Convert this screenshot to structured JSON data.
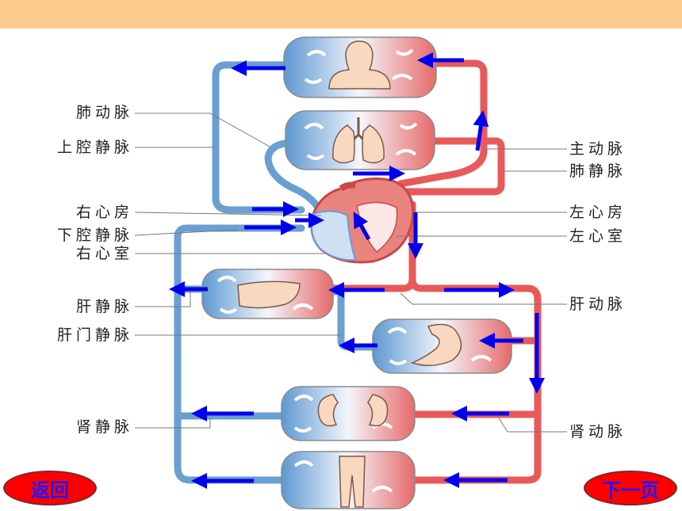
{
  "labels_left": {
    "pulmonary_artery": "肺动脉",
    "superior_vena_cava": "上腔静脉",
    "right_atrium": "右心房",
    "inferior_vena_cava": "下腔静脉",
    "right_ventricle": "右心室",
    "hepatic_vein": "肝静脉",
    "hepatic_portal_vein": "肝门静脉",
    "renal_vein": "肾静脉"
  },
  "labels_right": {
    "aorta": "主动脉",
    "pulmonary_vein": "肺静脉",
    "left_atrium": "左心房",
    "left_ventricle": "左心室",
    "hepatic_artery": "肝动脉",
    "renal_artery": "肾动脉"
  },
  "nav": {
    "back": "返回",
    "next": "下一页"
  },
  "colors": {
    "artery": "#e85a5a",
    "vein": "#6a9fd0",
    "flow_arrow": "#0000ee",
    "nav_button": "#ff0000",
    "top_bar": "#fbcc8e"
  },
  "organs": [
    "head-upper-body",
    "lungs",
    "liver",
    "stomach-intestine",
    "kidneys",
    "legs"
  ]
}
